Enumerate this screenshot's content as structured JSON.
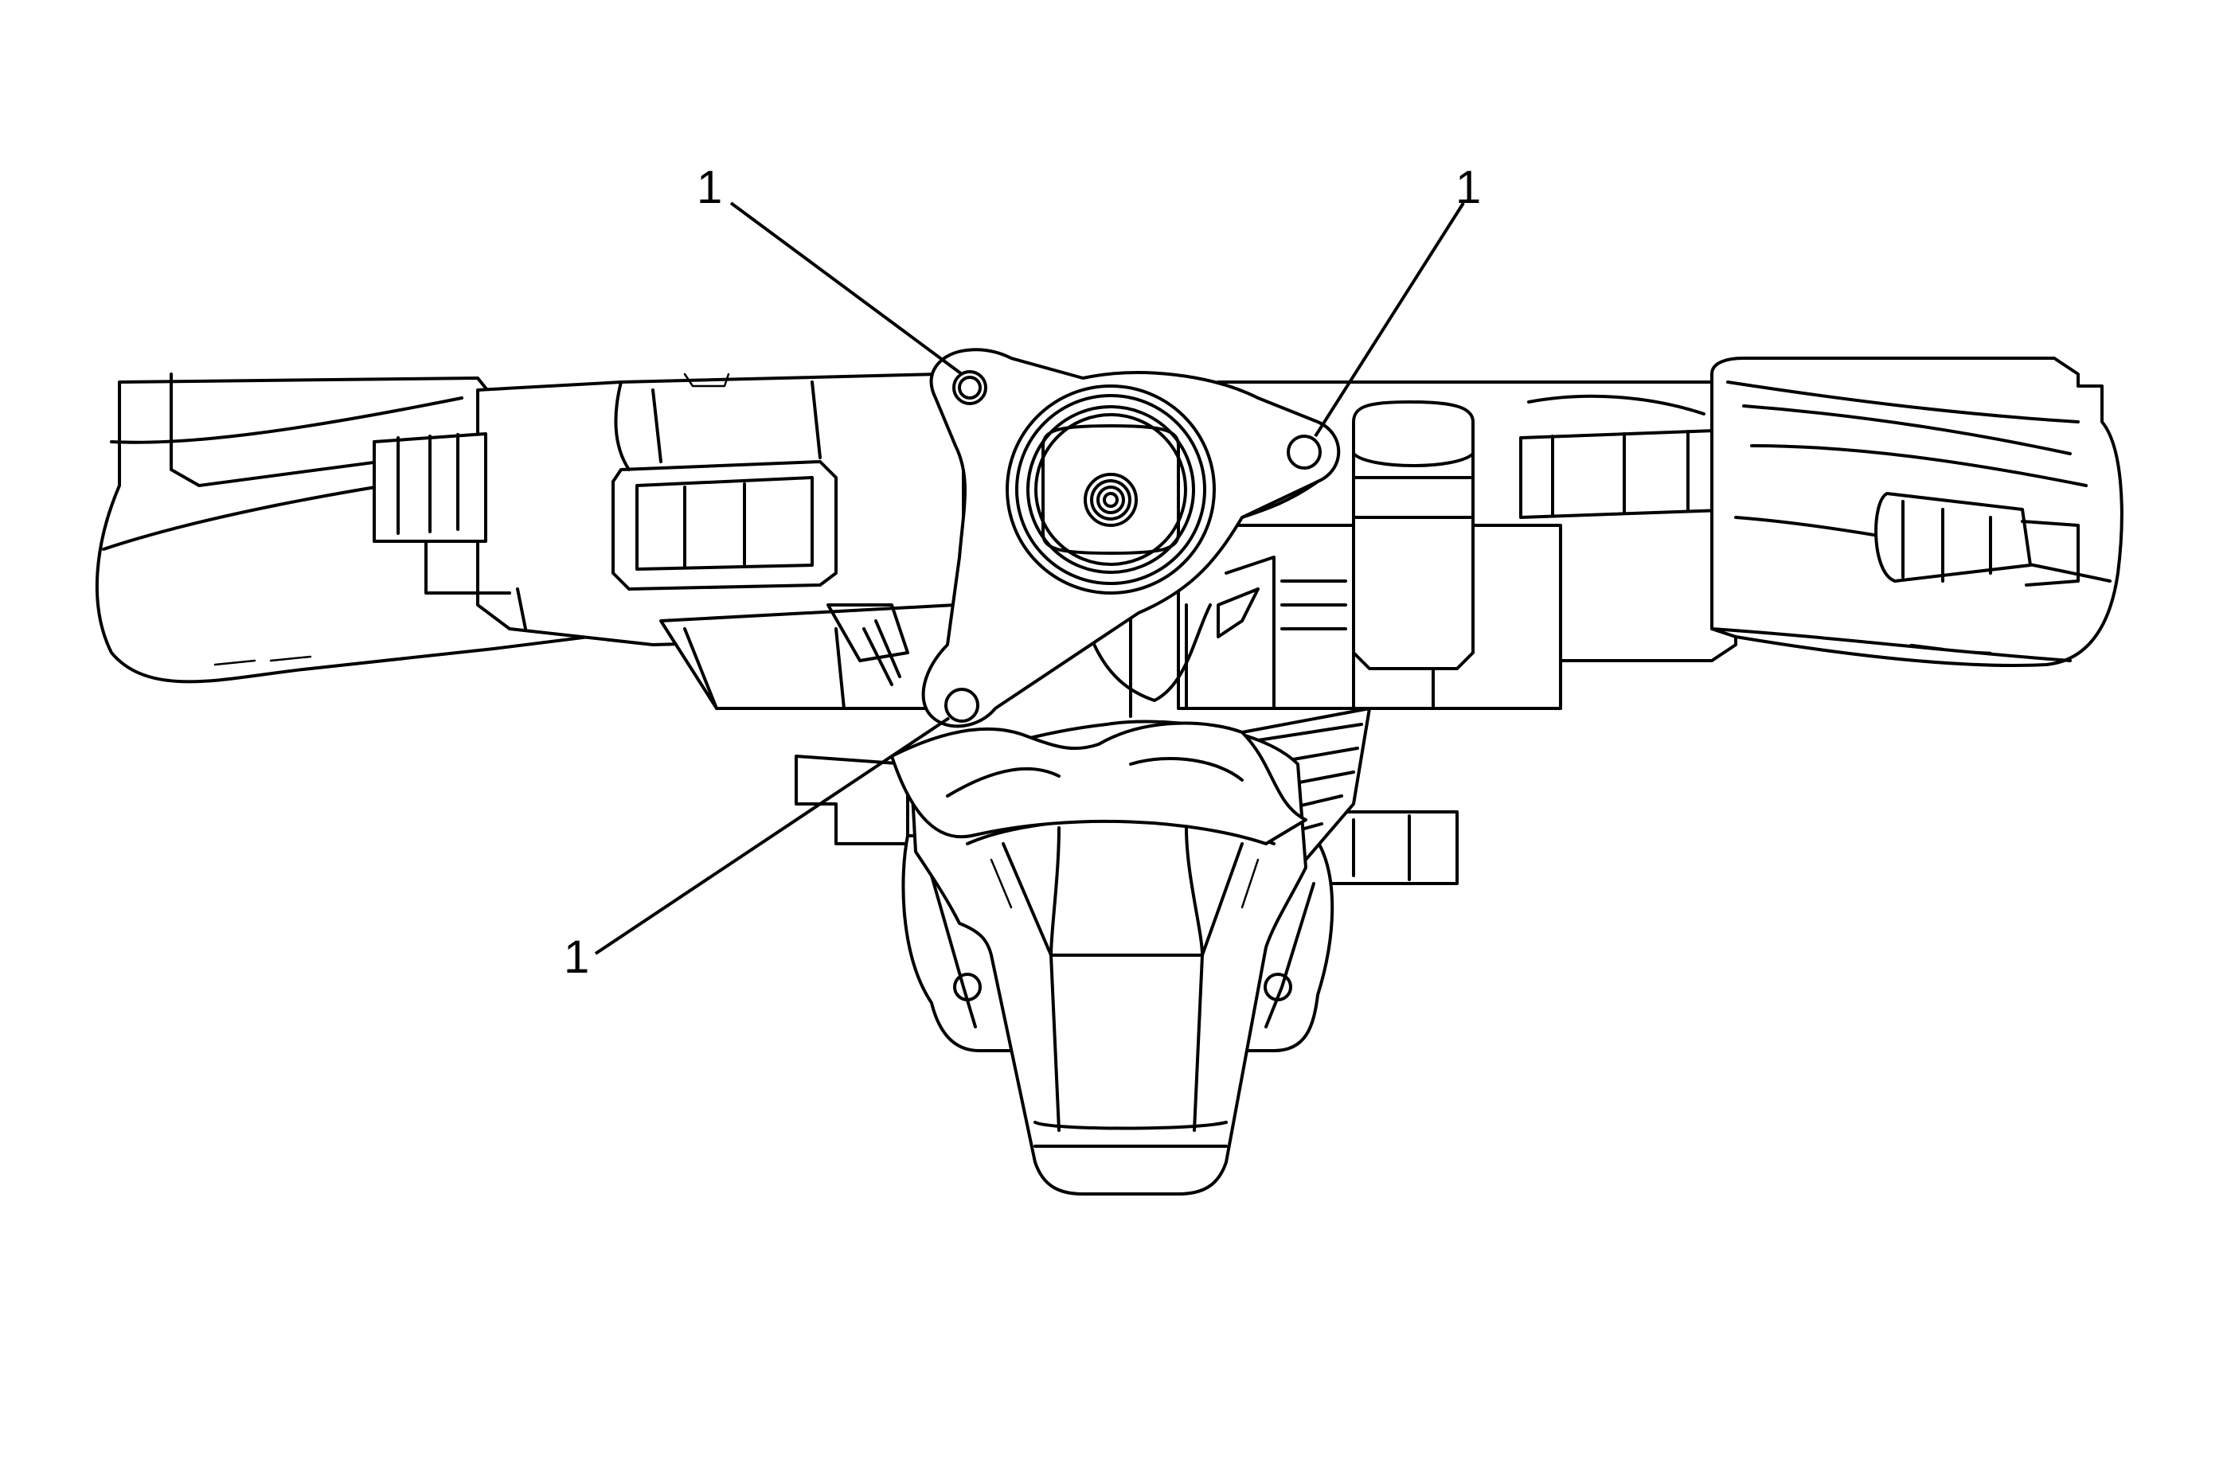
{
  "callouts": [
    {
      "label": "1",
      "target": "upper-left-mounting-hole"
    },
    {
      "label": "1",
      "target": "upper-right-mounting-hole"
    },
    {
      "label": "1",
      "target": "lower-mounting-hole"
    }
  ],
  "colors": {
    "line": "#000000",
    "background": "#ffffff"
  }
}
